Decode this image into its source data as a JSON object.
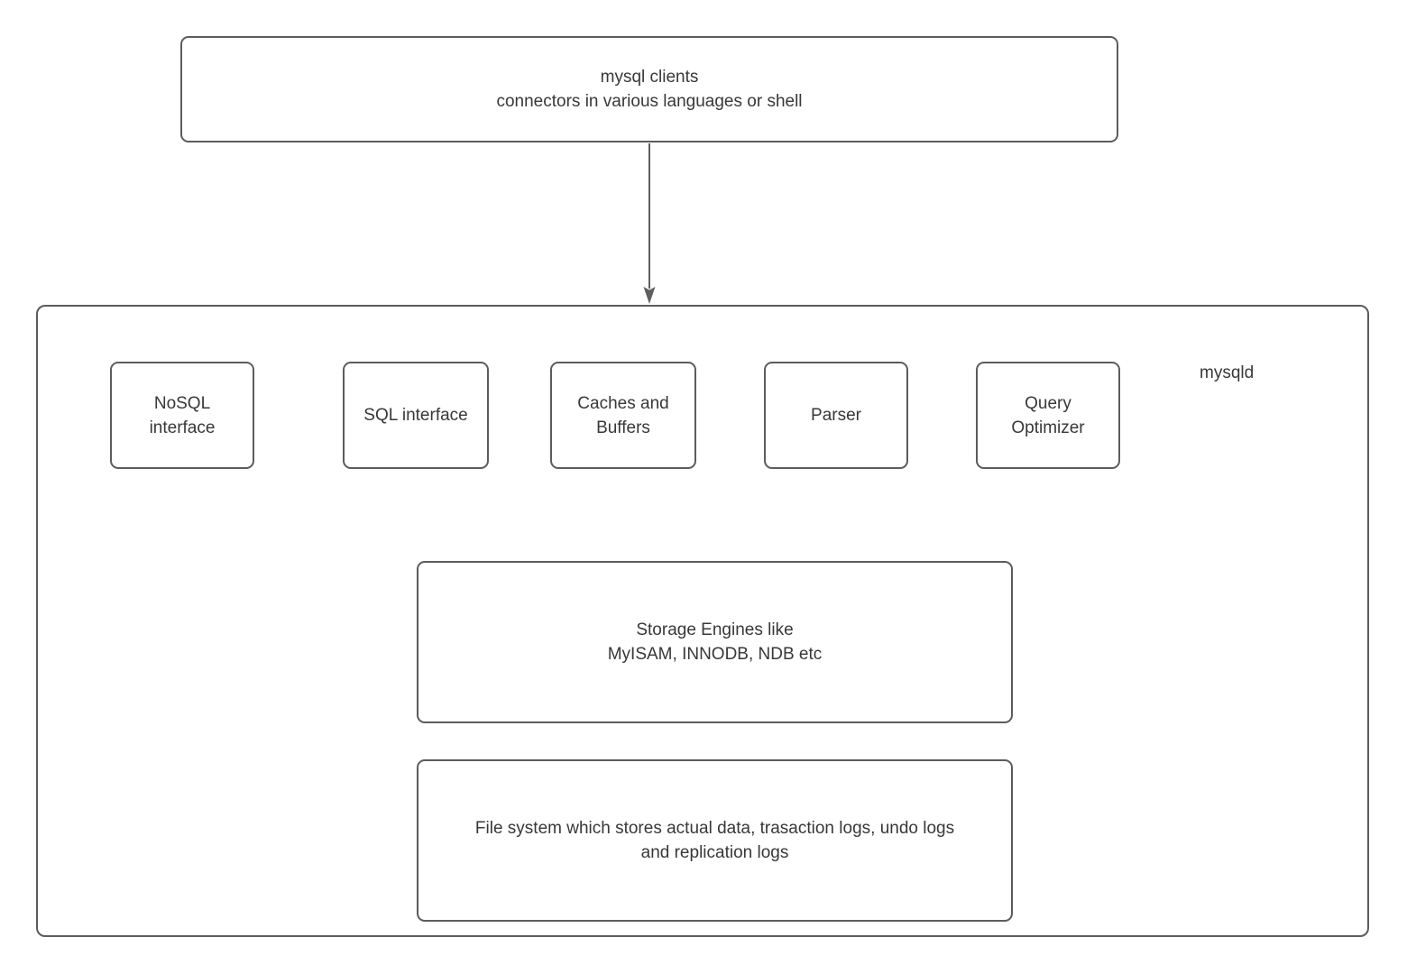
{
  "colors": {
    "background": "#ffffff",
    "border": "#5c5c5c",
    "text": "#383838",
    "arrow": "#5f5f5f"
  },
  "clients_box": {
    "label": "mysql clients\nconnectors in various languages or shell"
  },
  "mysqld": {
    "label": "mysqld",
    "components": [
      {
        "label": "NoSQL\ninterface"
      },
      {
        "label": "SQL interface"
      },
      {
        "label": "Caches and\nBuffers"
      },
      {
        "label": "Parser"
      },
      {
        "label": "Query\nOptimizer"
      }
    ],
    "storage_box": {
      "label": "Storage Engines like\nMyISAM, INNODB, NDB etc"
    },
    "filesystem_box": {
      "label": "File system which stores actual data, trasaction logs, undo logs\nand replication logs"
    }
  }
}
